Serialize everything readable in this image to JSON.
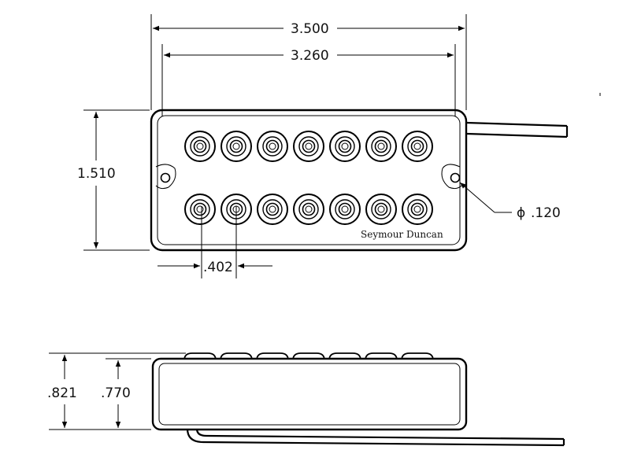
{
  "drawing": {
    "dim_width_overall": "3.500",
    "dim_width_inner": "3.260",
    "dim_height_top": "1.510",
    "dim_pole_spacing": ".402",
    "dim_hole_diameter_symbol": "ϕ",
    "dim_hole_diameter": ".120",
    "dim_height_side_overall": ".821",
    "dim_height_side_body": ".770",
    "brand_label": "Seymour Duncan"
  }
}
